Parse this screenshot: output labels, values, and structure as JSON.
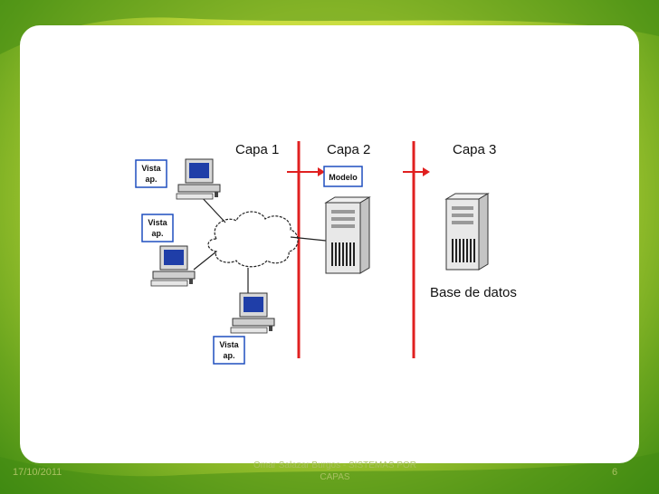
{
  "diagram": {
    "layers": [
      "Capa 1",
      "Capa 2",
      "Capa 3"
    ],
    "view_label_line1": "Vista",
    "view_label_line2": "ap.",
    "model_label": "Modelo",
    "database_label": "Base de datos"
  },
  "footer": {
    "date": "17/10/2011",
    "title": "Omar Salazar Burgos - SISTEMAS POR CAPAS",
    "page": "6"
  },
  "colors": {
    "divider": "#e02020",
    "label_border": "#1f4fbf",
    "background_green": "#6aa51e"
  }
}
